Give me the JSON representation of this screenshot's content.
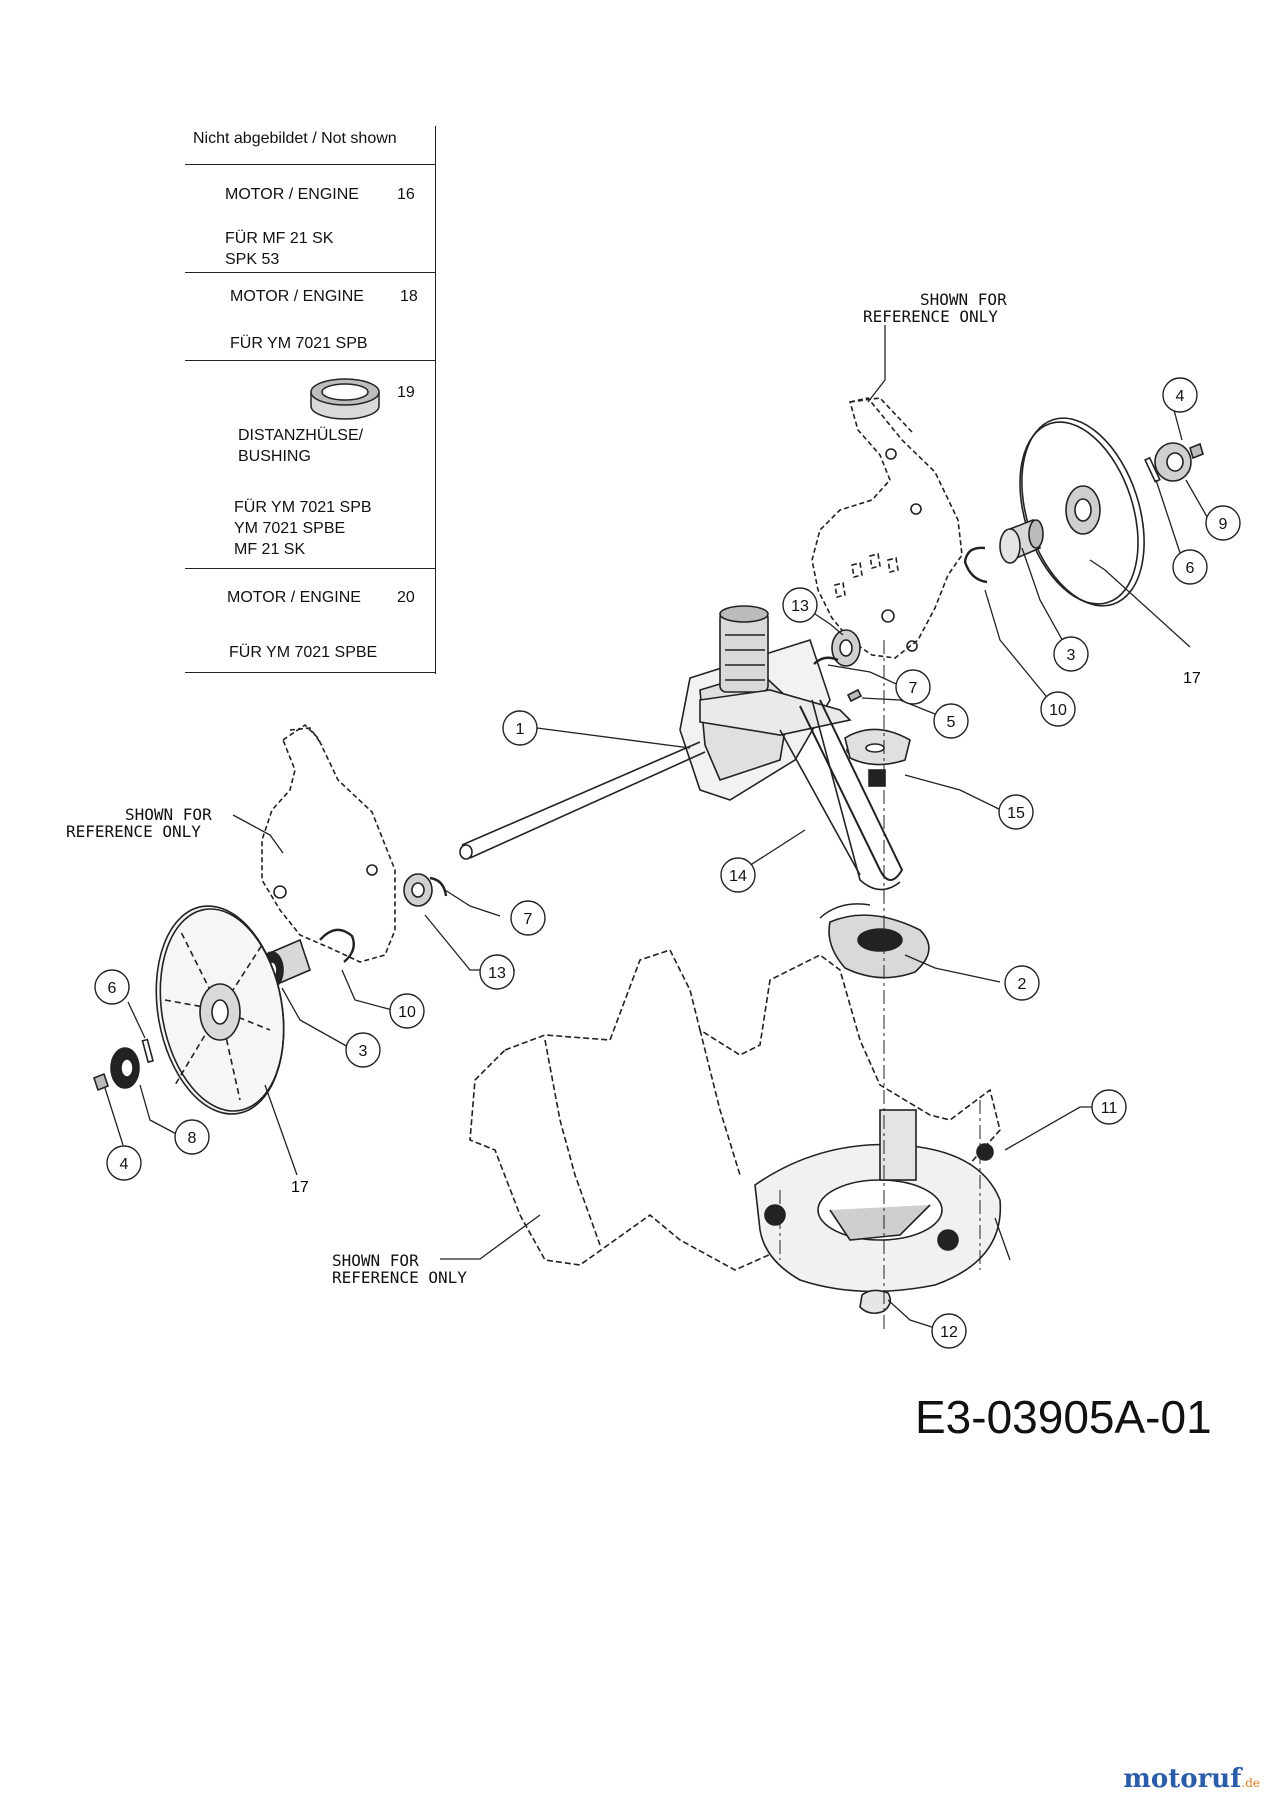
{
  "not_shown_header": "Nicht abgebildet / Not shown",
  "not_shown_parts": [
    {
      "name": "MOTOR / ENGINE",
      "number": "16",
      "note_lines": [
        "FÜR  MF 21 SK",
        "SPK 53"
      ]
    },
    {
      "name": "MOTOR / ENGINE",
      "number": "18",
      "note_lines": [
        "FÜR YM 7021 SPB"
      ]
    },
    {
      "name_lines": [
        "DISTANZHÜLSE/",
        "BUSHING"
      ],
      "number": "19",
      "note_lines": [
        "FÜR YM 7021 SPB",
        "YM 7021 SPBE",
        "MF 21 SK"
      ],
      "icon": "bushing-icon"
    },
    {
      "name": "MOTOR / ENGINE",
      "number": "20",
      "note_lines": [
        "FÜR YM 7021 SPBE"
      ]
    }
  ],
  "reference_note_lines": [
    "SHOWN FOR",
    "REFERENCE ONLY"
  ],
  "callouts": [
    "1",
    "2",
    "3",
    "3",
    "4",
    "4",
    "5",
    "6",
    "6",
    "7",
    "7",
    "8",
    "9",
    "10",
    "10",
    "11",
    "12",
    "13",
    "13",
    "14",
    "15"
  ],
  "wheel_part_labels": [
    "17",
    "17"
  ],
  "drawing_code": "E3-03905A-01",
  "watermark": {
    "name": "motoruf",
    "suffix": ".de"
  },
  "colors": {
    "line": "#222222",
    "logo_blue": "#2a5caa",
    "logo_orange": "#e07a1c"
  }
}
